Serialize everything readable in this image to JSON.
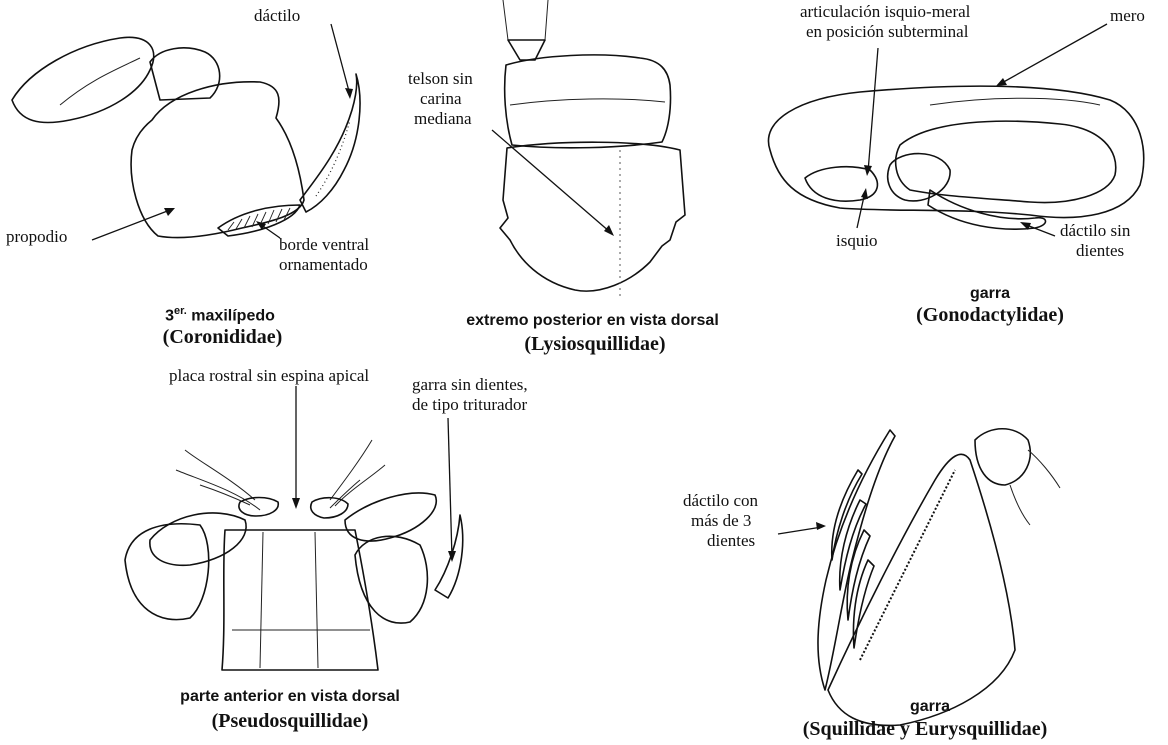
{
  "panels": {
    "coronididae": {
      "caption_line1_prefix": "3",
      "caption_line1_sup": "er.",
      "caption_line1_rest": " maxilípedo",
      "caption_line2": "(Coronididae)",
      "labels": {
        "dactilo": "dáctilo",
        "propodio": "propodio",
        "borde_1": "borde ventral",
        "borde_2": "ornamentado"
      }
    },
    "lysiosquillidae": {
      "caption_line1": "extremo posterior en vista dorsal",
      "caption_line2": "(Lysiosquillidae)",
      "labels": {
        "telson_1": "telson sin",
        "telson_2": "carina",
        "telson_3": "mediana"
      }
    },
    "gonodactylidae": {
      "caption_line1": "garra",
      "caption_line2": "(Gonodactylidae)",
      "labels": {
        "artic_1": "articulación isquio-meral",
        "artic_2": "en posición subterminal",
        "mero": "mero",
        "isquio": "isquio",
        "dactilo_1": "dáctilo sin",
        "dactilo_2": "dientes"
      }
    },
    "pseudosquillidae": {
      "caption_line1": "parte anterior en vista dorsal",
      "caption_line2": "(Pseudosquillidae)",
      "labels": {
        "placa": "placa rostral sin espina apical",
        "garra_1": "garra sin dientes,",
        "garra_2": "de tipo triturador"
      }
    },
    "squillidae": {
      "caption_line1": "garra",
      "caption_line2": "(Squillidae y Eurysquillidae)",
      "labels": {
        "dactilo_1": "dáctilo con",
        "dactilo_2": "más de 3",
        "dactilo_3": "dientes"
      }
    }
  }
}
